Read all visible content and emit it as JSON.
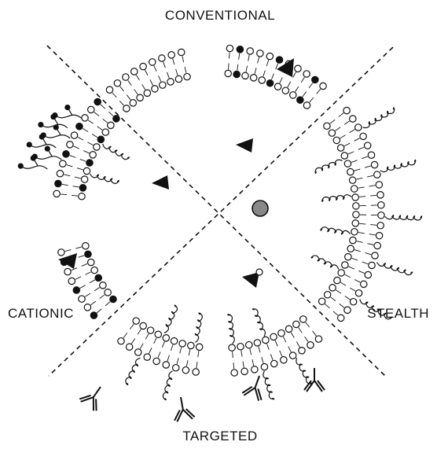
{
  "labels": {
    "top": "CONVENTIONAL",
    "left": "CATIONIC",
    "right": "STEALTH",
    "bottom": "TARGETED"
  },
  "icons": [
    "lipid-bilayer-icon",
    "polymer-chain-icon",
    "antibody-icon",
    "drug-triangle-icon",
    "drug-sphere-icon"
  ],
  "colors": {
    "ink": "#111111",
    "head_fill": "#ffffff",
    "charged_head": "#111111",
    "sphere": "#888888"
  }
}
